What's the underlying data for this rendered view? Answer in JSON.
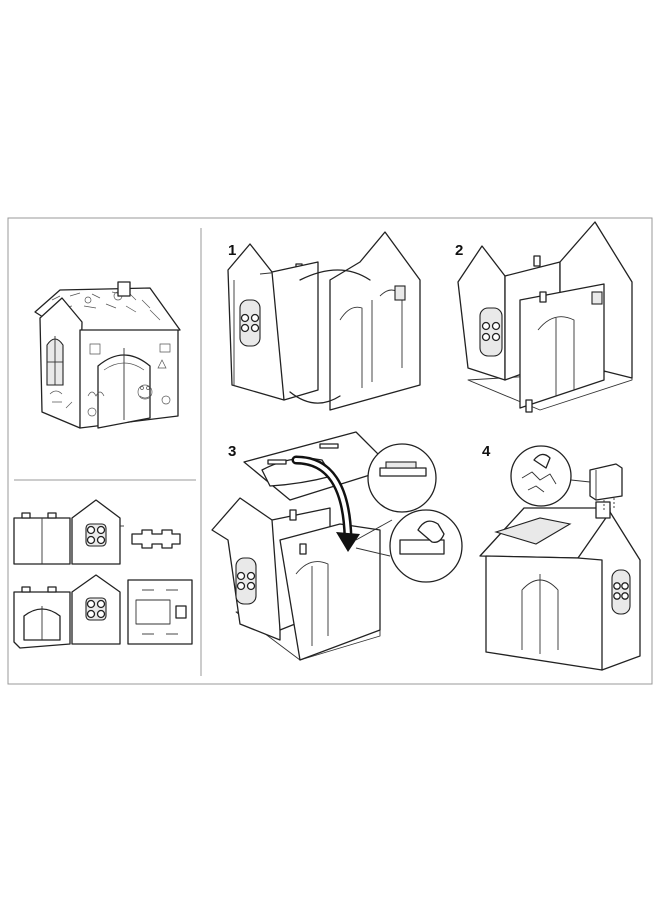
{
  "steps": [
    {
      "number": "1"
    },
    {
      "number": "2"
    },
    {
      "number": "3"
    },
    {
      "number": "4"
    }
  ],
  "colors": {
    "line": "#222222",
    "frame": "#999999",
    "background": "#ffffff"
  }
}
